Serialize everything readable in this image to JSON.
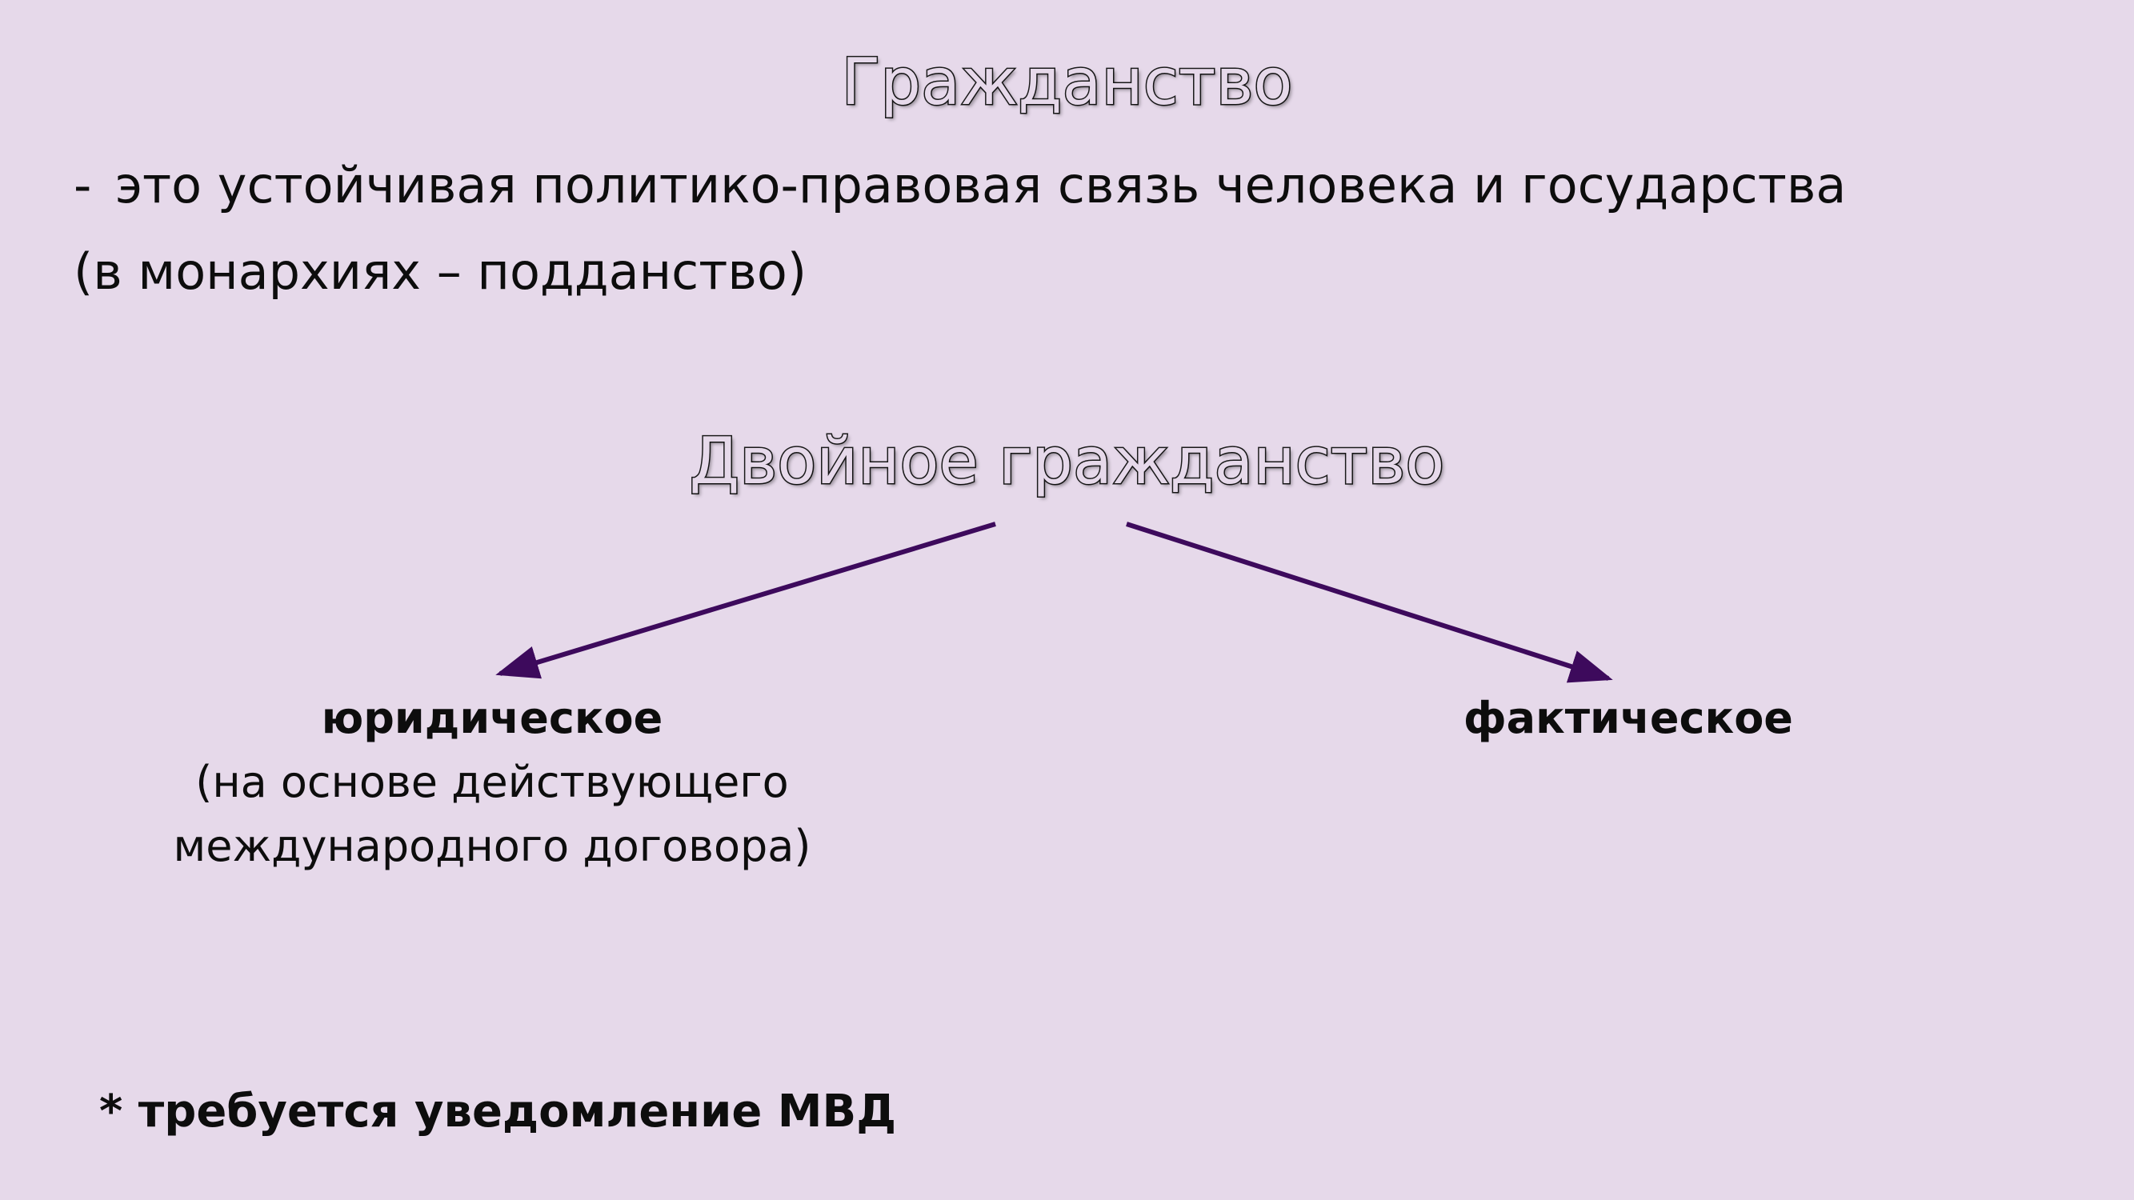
{
  "slide": {
    "title": "Гражданство",
    "definition_dash": "-",
    "definition": "это устойчивая политико-правовая связь человека и государства",
    "note_monarchy": "(в монархиях – подданство)",
    "subtitle": "Двойное гражданство",
    "branches": [
      {
        "heading": "юридическое",
        "description_lines": [
          "(на основе действующего",
          "международного договора)"
        ]
      },
      {
        "heading": "фактическое"
      }
    ],
    "footnote": "* требуется уведомление МВД"
  },
  "colors": {
    "background": "#e6d9ea",
    "arrow": "#3d0a5c",
    "text": "#0d0d0d"
  }
}
